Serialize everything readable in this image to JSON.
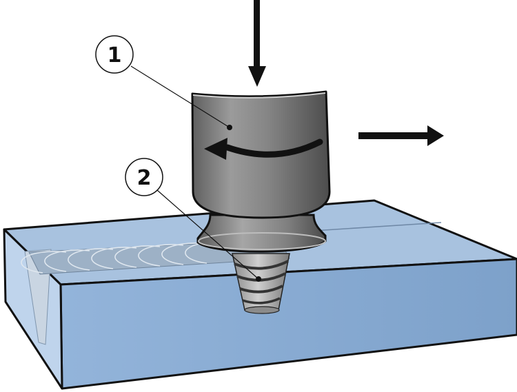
{
  "callouts": [
    {
      "id": "1",
      "label": "1"
    },
    {
      "id": "2",
      "label": "2"
    }
  ],
  "colors": {
    "workpiece_top": "#a9c3e0",
    "workpiece_front": "#86a9d1",
    "workpiece_side": "#b9d0ea",
    "tool_body": "#8d8d8d",
    "outline": "#111111"
  },
  "icons": [
    "down-force-arrow-icon",
    "travel-direction-arrow-icon",
    "rotation-arrow-icon"
  ]
}
